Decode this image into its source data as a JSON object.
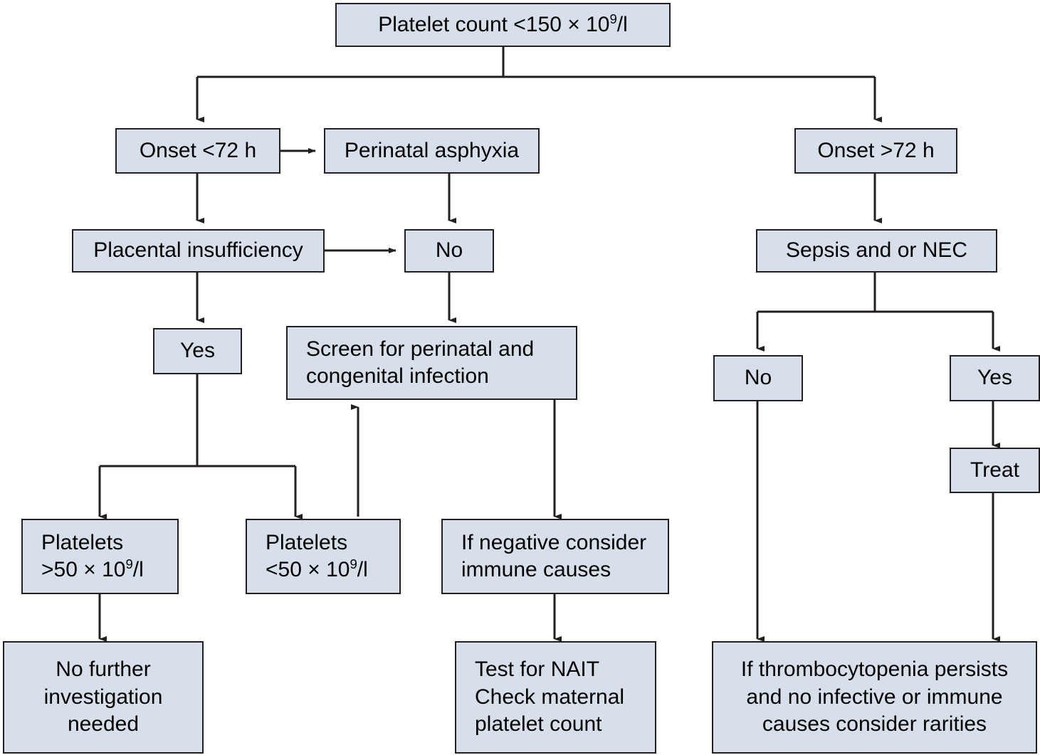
{
  "diagram": {
    "title": "Neonatal thrombocytopenia diagnostic algorithm",
    "style": {
      "node_fill": "#d7dfea",
      "node_border": "#231f20",
      "edge_color": "#231f20",
      "background": "#ffffff",
      "text_color": "#000000"
    },
    "nodes": [
      {
        "id": "platelet_count",
        "label": "Platelet count <150 × 10⁹/l",
        "align": "center"
      },
      {
        "id": "onset_lt72",
        "label": "Onset <72 h",
        "align": "center"
      },
      {
        "id": "perinatal_asphyxia",
        "label": "Perinatal asphyxia",
        "align": "center"
      },
      {
        "id": "onset_gt72",
        "label": "Onset >72 h",
        "align": "center"
      },
      {
        "id": "placental_insuff",
        "label": "Placental insufficiency",
        "align": "center"
      },
      {
        "id": "asphyxia_no",
        "label": "No",
        "align": "center"
      },
      {
        "id": "sepsis_nec",
        "label": "Sepsis and or NEC",
        "align": "center"
      },
      {
        "id": "placental_yes",
        "label": "Yes",
        "align": "center"
      },
      {
        "id": "screen_infection",
        "label": "Screen for perinatal and\ncongenital infection",
        "align": "left"
      },
      {
        "id": "sepsis_no",
        "label": "No",
        "align": "center"
      },
      {
        "id": "sepsis_yes",
        "label": "Yes",
        "align": "center"
      },
      {
        "id": "treat",
        "label": "Treat",
        "align": "center"
      },
      {
        "id": "platelets_gt50",
        "label": "Platelets\n>50 × 10⁹/l",
        "align": "left"
      },
      {
        "id": "platelets_lt50",
        "label": "Platelets\n<50 × 10⁹/l",
        "align": "left"
      },
      {
        "id": "if_negative",
        "label": "If negative consider\nimmune causes",
        "align": "left"
      },
      {
        "id": "no_further",
        "label": "No further\ninvestigation\nneeded",
        "align": "center"
      },
      {
        "id": "test_nait",
        "label": "Test for NAIT\nCheck maternal\nplatelet count",
        "align": "left"
      },
      {
        "id": "persists",
        "label": "If thrombocytopenia persists\nand no infective or immune\ncauses consider rarities",
        "align": "center"
      }
    ],
    "edges": [
      {
        "from": "platelet_count",
        "to": "onset_lt72",
        "type": "split-down"
      },
      {
        "from": "platelet_count",
        "to": "onset_gt72",
        "type": "split-down"
      },
      {
        "from": "onset_lt72",
        "to": "perinatal_asphyxia",
        "type": "right"
      },
      {
        "from": "onset_lt72",
        "to": "placental_insuff",
        "type": "down"
      },
      {
        "from": "perinatal_asphyxia",
        "to": "asphyxia_no",
        "type": "down"
      },
      {
        "from": "placental_insuff",
        "to": "asphyxia_no",
        "type": "right"
      },
      {
        "from": "placental_insuff",
        "to": "placental_yes",
        "type": "down"
      },
      {
        "from": "asphyxia_no",
        "to": "screen_infection",
        "type": "down"
      },
      {
        "from": "onset_gt72",
        "to": "sepsis_nec",
        "type": "down"
      },
      {
        "from": "sepsis_nec",
        "to": "sepsis_no",
        "type": "split-down"
      },
      {
        "from": "sepsis_nec",
        "to": "sepsis_yes",
        "type": "split-down"
      },
      {
        "from": "sepsis_yes",
        "to": "treat",
        "type": "down"
      },
      {
        "from": "placental_yes",
        "to": "platelets_gt50",
        "type": "split-down"
      },
      {
        "from": "placental_yes",
        "to": "platelets_lt50",
        "type": "split-down"
      },
      {
        "from": "platelets_lt50",
        "to": "screen_infection",
        "type": "up"
      },
      {
        "from": "screen_infection",
        "to": "if_negative",
        "type": "down"
      },
      {
        "from": "platelets_gt50",
        "to": "no_further",
        "type": "down"
      },
      {
        "from": "if_negative",
        "to": "test_nait",
        "type": "down"
      },
      {
        "from": "sepsis_no",
        "to": "persists",
        "type": "down"
      },
      {
        "from": "treat",
        "to": "persists",
        "type": "down"
      }
    ]
  }
}
